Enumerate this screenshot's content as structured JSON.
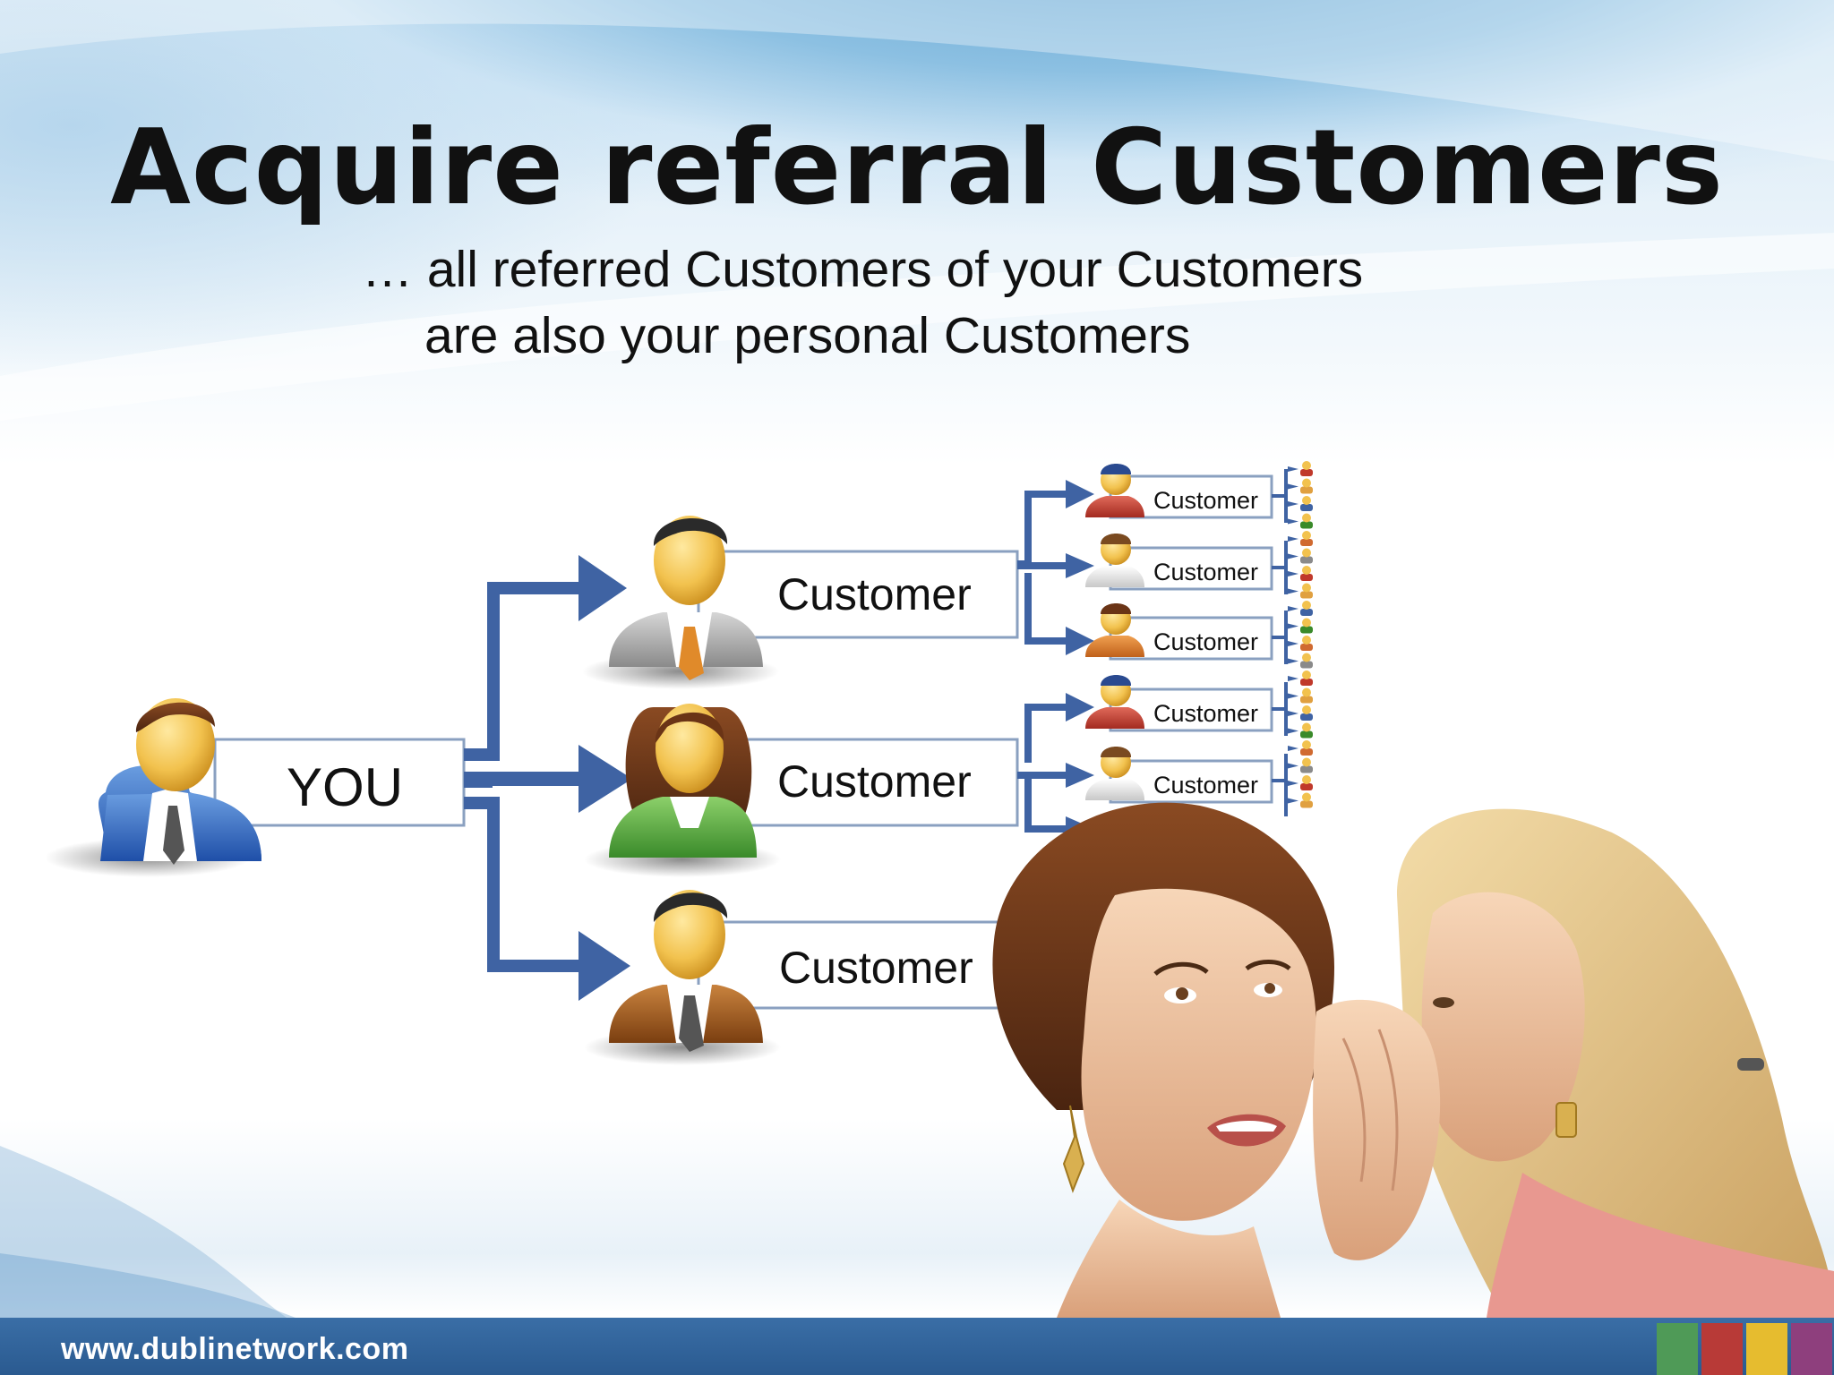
{
  "slide": {
    "title": "Acquire referral Customers",
    "subtitle_line1": "… all referred Customers of your Customers",
    "subtitle_line2": "are also your personal Customers"
  },
  "tree": {
    "root_label": "YOU",
    "level1_labels": [
      "Customer",
      "Customer",
      "Customer"
    ],
    "level2_labels": [
      "Customer",
      "Customer",
      "Customer",
      "Customer",
      "Customer"
    ]
  },
  "footer": {
    "url": "www.dublinetwork.com",
    "color_bars": [
      "#4f9a57",
      "#b83a37",
      "#e6bc2f",
      "#8e3f7d"
    ]
  },
  "colors": {
    "arrow_blue": "#3f63a3",
    "title_text": "#111111",
    "footer_blue": "#2f5f96"
  },
  "icons": [
    "person-blue-suit-icon",
    "person-grey-suit-icon",
    "person-green-woman-icon",
    "person-brown-suit-icon",
    "small-person-icon"
  ],
  "photo": "two-women-whispering-photo"
}
